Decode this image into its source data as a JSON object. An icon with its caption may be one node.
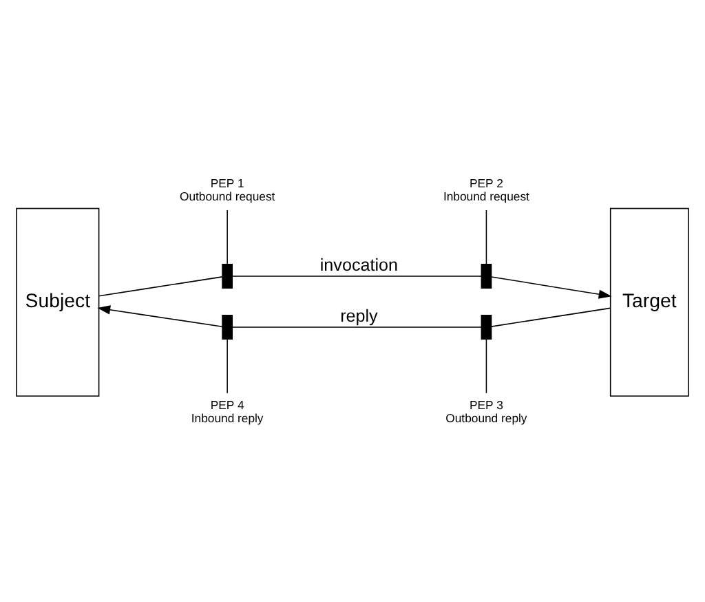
{
  "diagram": {
    "nodes": [
      {
        "text": [
          "PEP 1",
          "Outbound request"
        ]
      },
      {
        "text": [
          "PEP 2",
          "Inbound request"
        ]
      },
      {
        "text": [
          "Subject"
        ]
      },
      {
        "text": [],
        "shape": "bar"
      },
      {
        "text": [],
        "shape": "bar"
      },
      {
        "text": [
          "Target"
        ]
      },
      {
        "text": [],
        "shape": "bar"
      },
      {
        "text": [],
        "shape": "bar"
      },
      {
        "text": [
          "PEP 4",
          "Inbound reply"
        ]
      },
      {
        "text": [
          "PEP 3",
          "Outbound reply"
        ]
      }
    ],
    "edges": [
      {
        "from": 2,
        "to": 3,
        "arrow": "none"
      },
      {
        "from": 3,
        "to": 4,
        "arrow": "none",
        "label": "invocation"
      },
      {
        "from": 4,
        "to": 5,
        "arrow": "to"
      },
      {
        "from": 5,
        "to": 7,
        "arrow": "none"
      },
      {
        "from": 7,
        "to": 6,
        "arrow": "none",
        "label": "reply"
      },
      {
        "from": 6,
        "to": 2,
        "arrow": "to"
      },
      {
        "from": 0,
        "to": 3,
        "arrow": "none"
      },
      {
        "from": 1,
        "to": 4,
        "arrow": "none"
      },
      {
        "from": 9,
        "to": 7,
        "arrow": "none"
      },
      {
        "from": 8,
        "to": 6,
        "arrow": "none"
      }
    ]
  }
}
